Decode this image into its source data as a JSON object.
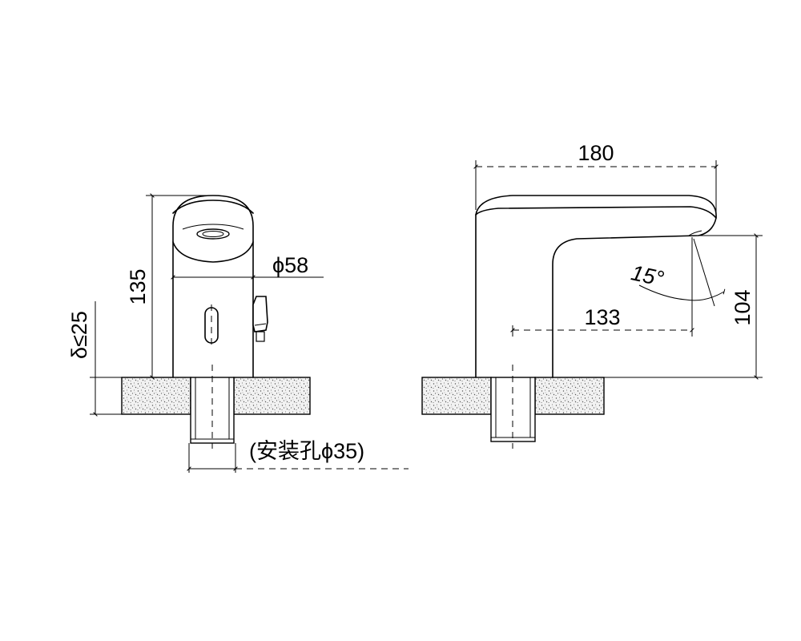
{
  "front_view": {
    "height_label": "135",
    "diameter_label": "ϕ58",
    "thickness_label": "δ≤25",
    "hole_label": "(安装孔ϕ35)"
  },
  "side_view": {
    "length_label": "180",
    "reach_label": "133",
    "spout_height_label": "104",
    "angle_label": "15°"
  },
  "colors": {
    "line": "#000000",
    "stone_fill": "#f2f2f2",
    "speckle": "#555555"
  }
}
